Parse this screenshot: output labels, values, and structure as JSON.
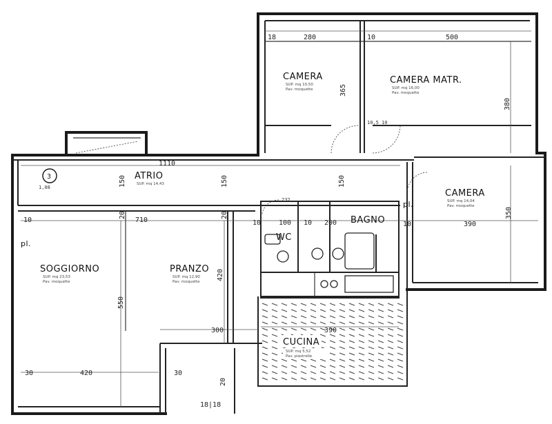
{
  "rooms": {
    "camera_1": {
      "name": "CAMERA",
      "sup": "SUP. mq 10,50",
      "pav": "Pav. moquette"
    },
    "camera_matr": {
      "name": "CAMERA MATR.",
      "sup": "SUP. mq 16,00",
      "pav": "Pav. moquette"
    },
    "camera_2": {
      "name": "CAMERA",
      "sup": "SUP. mq 14,04",
      "pav": "Pav. moquette"
    },
    "atrio": {
      "name": "ATRIO",
      "sup": "SUP. mq 14,43",
      "pav": ""
    },
    "soggiorno": {
      "name": "SOGGIORNO",
      "sup": "SUP. mq 23,53",
      "pav": "Pav. moquette"
    },
    "pranzo": {
      "name": "PRANZO",
      "sup": "SUP. mq 12,90",
      "pav": "Pav. moquette"
    },
    "wc": {
      "name": "WC",
      "sup": "",
      "pav": ""
    },
    "bagno": {
      "name": "BAGNO",
      "sup": "",
      "pav": ""
    },
    "cucina": {
      "name": "CUCINA",
      "sup": "SUP. mq 5,52",
      "pav": "Pav. piastrelle"
    },
    "pl_left": {
      "name": "pl."
    },
    "pl_right": {
      "name": "pl."
    }
  },
  "marker": {
    "number": "3"
  },
  "dimensions": {
    "top_18": "18",
    "top_280": "280",
    "top_10": "10",
    "top_500": "500",
    "camera_365": "365",
    "camera_380": "380",
    "atrio_1110": "1110",
    "atrio_150": "150",
    "atrio_150b": "150",
    "atrio_150c": "150",
    "mid_10": "10",
    "mid_710": "710",
    "mid_20": "20",
    "mid_20b": "20",
    "mid_10b": "10",
    "mid_100": "100",
    "mid_10c": "10",
    "mid_200": "200",
    "mid_10d": "10",
    "mid_390": "390",
    "camera_350": "350",
    "left_550": "550",
    "pranzo_420": "420",
    "pranzo_300": "300",
    "cucina_390": "390",
    "bot_30": "30",
    "bot_420": "420",
    "bot_30b": "30",
    "bot_20": "20",
    "bot_181": "18|18",
    "small_1": "1,08",
    "small_2": "10,5 10",
    "small_3": "232"
  }
}
